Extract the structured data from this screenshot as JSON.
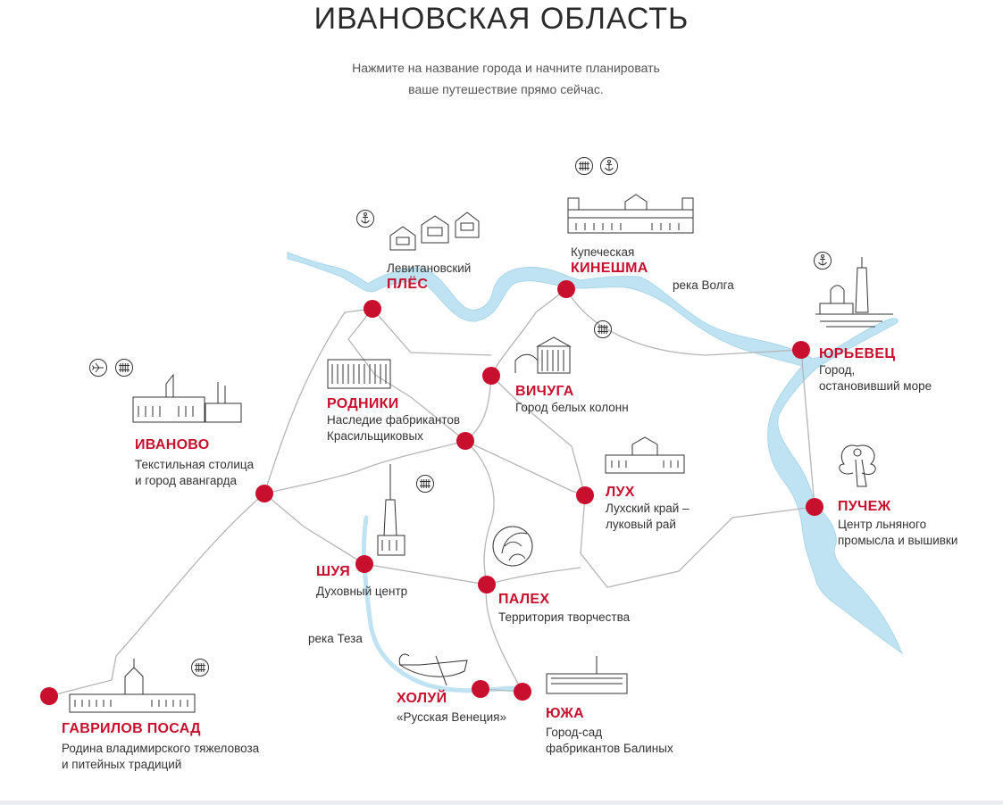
{
  "header": {
    "title": "ИВАНОВСКАЯ ОБЛАСТЬ",
    "subtitle_line1": "Нажмите на название города и начните планировать",
    "subtitle_line2": "ваше путешествие прямо сейчас."
  },
  "colors": {
    "accent": "#c8102e",
    "river": "#bfe3f2",
    "road": "#b5b5b5",
    "text": "#333333"
  },
  "rivers": {
    "volga": "река Волга",
    "tesa": "река Теза"
  },
  "cities": {
    "ples": {
      "pretitle": "Левитановский",
      "name": "ПЛЁС"
    },
    "kineshma": {
      "pretitle": "Купеческая",
      "name": "КИНЕШМА"
    },
    "yurievets": {
      "name": "ЮРЬЕВЕЦ",
      "desc1": "Город,",
      "desc2": "остановивший море"
    },
    "rodniki": {
      "name": "РОДНИКИ",
      "desc1": "Наследие фабрикантов",
      "desc2": "Красильщиковых"
    },
    "vichuga": {
      "name": "ВИЧУГА",
      "desc1": "Город белых колонн"
    },
    "ivanovo": {
      "name": "ИВАНОВО",
      "desc1": "Текстильная столица",
      "desc2": "и город авангарда"
    },
    "lukh": {
      "name": "ЛУХ",
      "desc1": "Лухский край –",
      "desc2": "луковый рай"
    },
    "puchezh": {
      "name": "ПУЧЕЖ",
      "desc1": "Центр льняного",
      "desc2": "промысла и вышивки"
    },
    "shuya": {
      "name": "ШУЯ",
      "desc1": "Духовный центр"
    },
    "palekh": {
      "name": "ПАЛЕХ",
      "desc1": "Территория творчества"
    },
    "kholuy": {
      "name": "ХОЛУЙ",
      "desc1": "«Русская Венеция»"
    },
    "yuzha": {
      "name": "ЮЖА",
      "desc1": "Город-сад",
      "desc2": "фабрикантов Балиных"
    },
    "gavrilov_posad": {
      "name": "ГАВРИЛОВ ПОСАД",
      "desc1": "Родина владимирского тяжеловоза",
      "desc2": "и питейных традиций"
    }
  },
  "icon_names": [
    "railway-icon",
    "anchor-icon",
    "airplane-icon"
  ]
}
